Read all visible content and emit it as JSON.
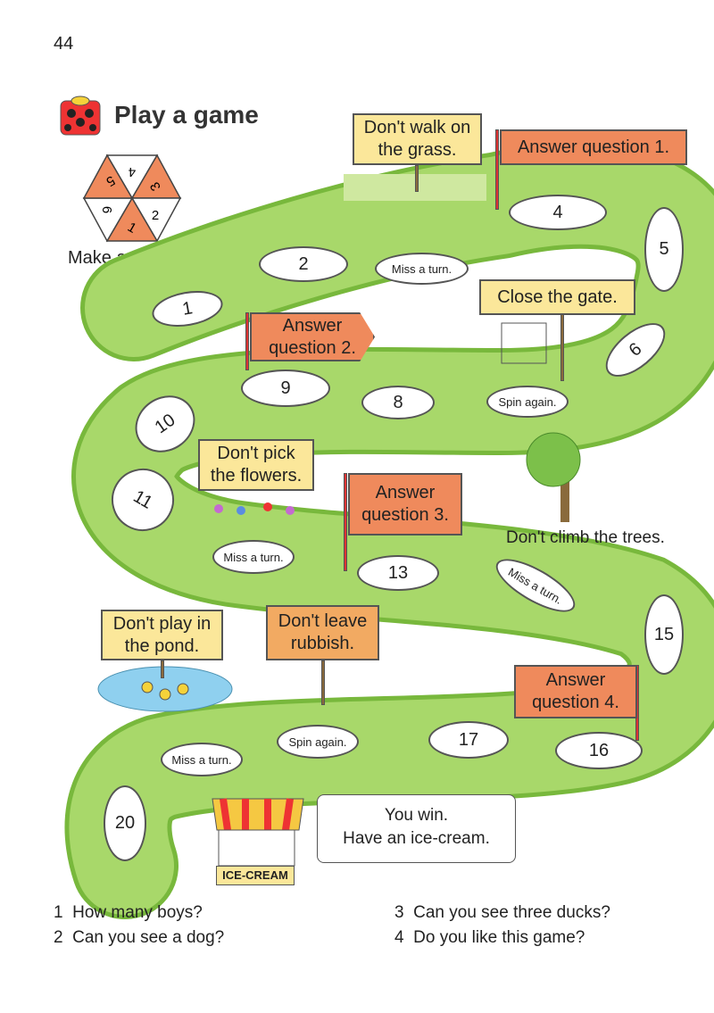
{
  "page_number": "44",
  "title": "Play a game",
  "spinner": {
    "label": "Make a spinner.",
    "numbers": [
      "1",
      "2",
      "3",
      "4",
      "5",
      "6"
    ]
  },
  "squares": [
    {
      "label": "1"
    },
    {
      "label": "2"
    },
    {
      "label": "Miss a turn."
    },
    {
      "label": "4"
    },
    {
      "label": "5"
    },
    {
      "label": "6"
    },
    {
      "label": "Spin again."
    },
    {
      "label": "8"
    },
    {
      "label": "9"
    },
    {
      "label": "10"
    },
    {
      "label": "11"
    },
    {
      "label": "Miss a turn."
    },
    {
      "label": "13"
    },
    {
      "label": "Miss a turn."
    },
    {
      "label": "15"
    },
    {
      "label": "16"
    },
    {
      "label": "17"
    },
    {
      "label": "Spin again."
    },
    {
      "label": "Miss a turn."
    },
    {
      "label": "20"
    }
  ],
  "signs": {
    "grass": "Don't walk on the grass.",
    "q1": "Answer question 1.",
    "gate": "Close the gate.",
    "q2": "Answer question 2.",
    "flowers": "Don't pick the flowers.",
    "q3": "Answer question 3.",
    "trees": "Don't climb the trees.",
    "pond": "Don't play in the pond.",
    "rubbish": "Don't leave rubbish.",
    "q4": "Answer question 4.",
    "win_line1": "You win.",
    "win_line2": "Have an ice-cream.",
    "ice_cream": "ICE-CREAM"
  },
  "questions": [
    {
      "num": "1",
      "text": "How many boys?"
    },
    {
      "num": "2",
      "text": "Can you see a dog?"
    },
    {
      "num": "3",
      "text": "Can you see three ducks?"
    },
    {
      "num": "4",
      "text": "Do you like this game?"
    }
  ],
  "colors": {
    "grass": "#a8d86a",
    "grass_edge": "#78b83c",
    "orange": "#ef8a5c",
    "yellow": "#fbe79a"
  }
}
